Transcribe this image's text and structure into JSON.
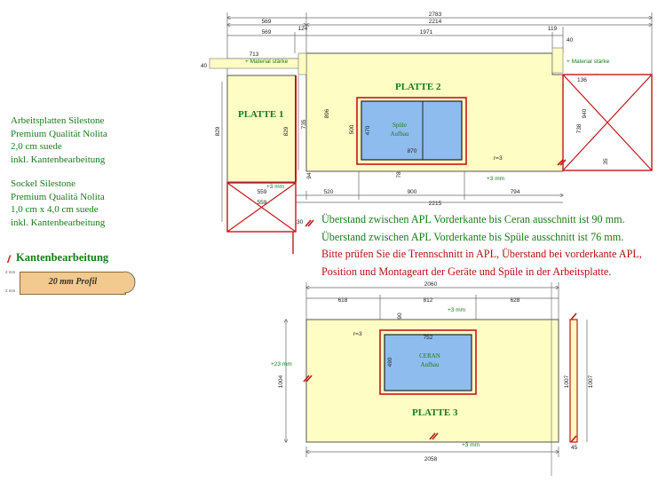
{
  "spec1": [
    "Arbeitsplatten Silestone",
    "Premium Qualität Nolita",
    "2,0 cm suede",
    "inkl. Kantenbearbeitung"
  ],
  "spec2": [
    "Sockel Silestone",
    "Premium Qualitä Nolita",
    "1,0 cm x 4,0 cm suede",
    "inkl. Kantenbearbeitung"
  ],
  "kanten": {
    "title": "Kantenbearbeitung",
    "profile": "20 mm Profil",
    "small_top": "2 mm",
    "small_bottom": "2 mm"
  },
  "notes": [
    {
      "text": "Überstand zwischen APL Vorderkante bis Ceran ausschnitt ist 90 mm.",
      "color": "green"
    },
    {
      "text": "Überstand zwischen APL Vorderkante bis Spüle ausschnitt ist 76 mm.",
      "color": "green"
    },
    {
      "text": "Bitte prüfen Sie die Trennschnitt in APL, Überstand bei vorderkante APL,",
      "color": "red"
    },
    {
      "text": "Position und Montageart der Geräte und Spüle in der Arbeitsplatte.",
      "color": "red"
    }
  ],
  "plates": {
    "p1": "PLATTE 1",
    "p2": "PLATTE 2",
    "p3": "PLATTE 3"
  },
  "cutouts": {
    "spuele": [
      "Spüle",
      "Aufbau"
    ],
    "ceran": [
      "CERAN",
      "Aufbau"
    ]
  },
  "material": "+ Material stärke",
  "dims": {
    "top_total": "2783",
    "top_569a": "569",
    "top_2214": "2214",
    "top_569b": "569",
    "top_1971": "1971",
    "top_124": "124",
    "top_119": "119",
    "top_713": "713",
    "top_40l": "40",
    "top_40r": "40",
    "top_136": "136",
    "v_829a": "829",
    "v_829b": "829",
    "v_735": "735",
    "v_896": "896",
    "v_500": "500",
    "v_470": "470",
    "v_940": "940",
    "v_738": "738",
    "v_35": "35",
    "v_94": "94",
    "v_78": "78",
    "v_30": "30",
    "h_870": "870",
    "r3a": "r=3",
    "plus3a": "+3 mm",
    "plus3b": "+3 mm",
    "b_559a": "559",
    "b_559b": "559",
    "b_520": "520",
    "b_900": "900",
    "b_794": "794",
    "b_2215": "2215",
    "p3_2060": "2060",
    "p3_618": "618",
    "p3_812": "812",
    "p3_628": "628",
    "p3_90": "90",
    "p3_plus3a": "+3 mm",
    "p3_752": "752",
    "p3_490": "490",
    "p3_r3": "r=3",
    "p3_plus23": "+23 mm",
    "p3_1004": "1004",
    "p3_1007a": "1007",
    "p3_1007b": "1007",
    "p3_45": "45",
    "p3_plus3b": "+3 mm",
    "p3_2058": "2058"
  }
}
